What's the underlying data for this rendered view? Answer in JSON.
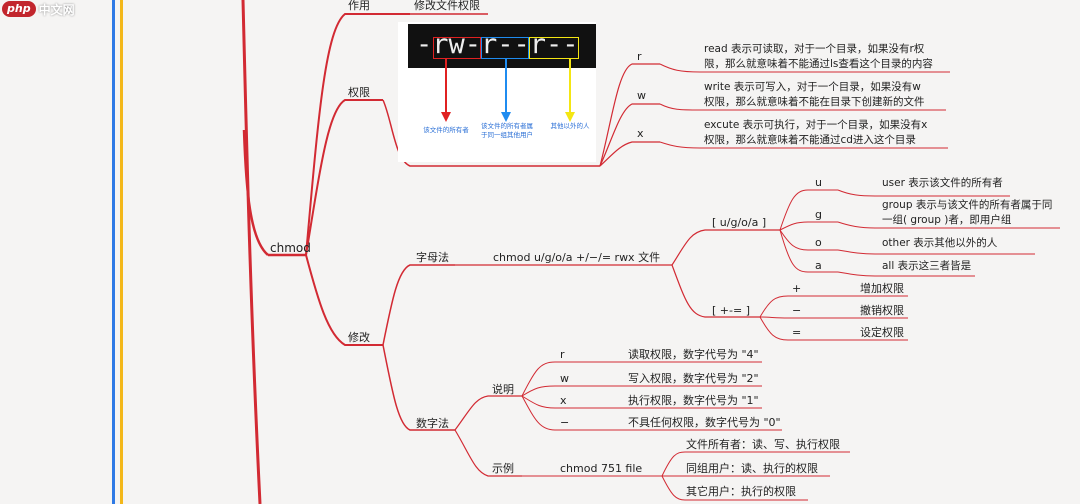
{
  "logo": {
    "badge": "php",
    "text": "中文网"
  },
  "root": {
    "label": "chmod"
  },
  "purpose": {
    "label": "作用",
    "value": "修改文件权限"
  },
  "permission": {
    "label": "权限",
    "image": {
      "string": "-rw-r--r--",
      "captions": [
        "该文件的所有者",
        "该文件的所有者属于同一组其他用户",
        "其他以外的人"
      ]
    },
    "items": [
      {
        "key": "r",
        "desc_line1": "read 表示可读取，对于一个目录，如果没有r权",
        "desc_line2": "限，那么就意味着不能通过ls查看这个目录的内容"
      },
      {
        "key": "w",
        "desc_line1": "write 表示可写入，对于一个目录，如果没有w",
        "desc_line2": "权限，那么就意味着不能在目录下创建新的文件"
      },
      {
        "key": "x",
        "desc_line1": "excute 表示可执行，对于一个目录，如果没有x",
        "desc_line2": "权限，那么就意味着不能通过cd进入这个目录"
      }
    ]
  },
  "modify": {
    "label": "修改",
    "letter_method": {
      "label": "字母法",
      "syntax": "chmod  u/g/o/a  +/−/=  rwx  文件",
      "who": {
        "label": "[ u/g/o/a ]",
        "items": [
          {
            "key": "u",
            "desc": "user 表示该文件的所有者"
          },
          {
            "key": "g",
            "desc_line1": "group 表示与该文件的所有者属于同",
            "desc_line2": "一组( group )者，即用户组"
          },
          {
            "key": "o",
            "desc": "other 表示其他以外的人"
          },
          {
            "key": "a",
            "desc": "all 表示这三者皆是"
          }
        ]
      },
      "op": {
        "label": "[ +-= ]",
        "items": [
          {
            "key": "+",
            "desc": "增加权限"
          },
          {
            "key": "−",
            "desc": "撤销权限"
          },
          {
            "key": "=",
            "desc": "设定权限"
          }
        ]
      }
    },
    "number_method": {
      "label": "数字法",
      "explain": {
        "label": "说明",
        "items": [
          {
            "key": "r",
            "desc": "读取权限，数字代号为 \"4\""
          },
          {
            "key": "w",
            "desc": "写入权限，数字代号为 \"2\""
          },
          {
            "key": "x",
            "desc": "执行权限，数字代号为 \"1\""
          },
          {
            "key": "−",
            "desc": "不具任何权限，数字代号为 \"0\""
          }
        ]
      },
      "example": {
        "label": "示例",
        "command": "chmod  751  file",
        "items": [
          {
            "desc": "文件所有者：读、写、执行权限"
          },
          {
            "desc": "同组用户：读、执行的权限"
          },
          {
            "desc": "其它用户：执行的权限"
          }
        ]
      }
    }
  },
  "colors": {
    "branch": "#d22a33",
    "left_blue": "#2f7ae5",
    "left_yellow": "#f3b719",
    "owner_red": "#e02121",
    "group_blue": "#1f8cf0",
    "other_yellow": "#f4e613"
  }
}
